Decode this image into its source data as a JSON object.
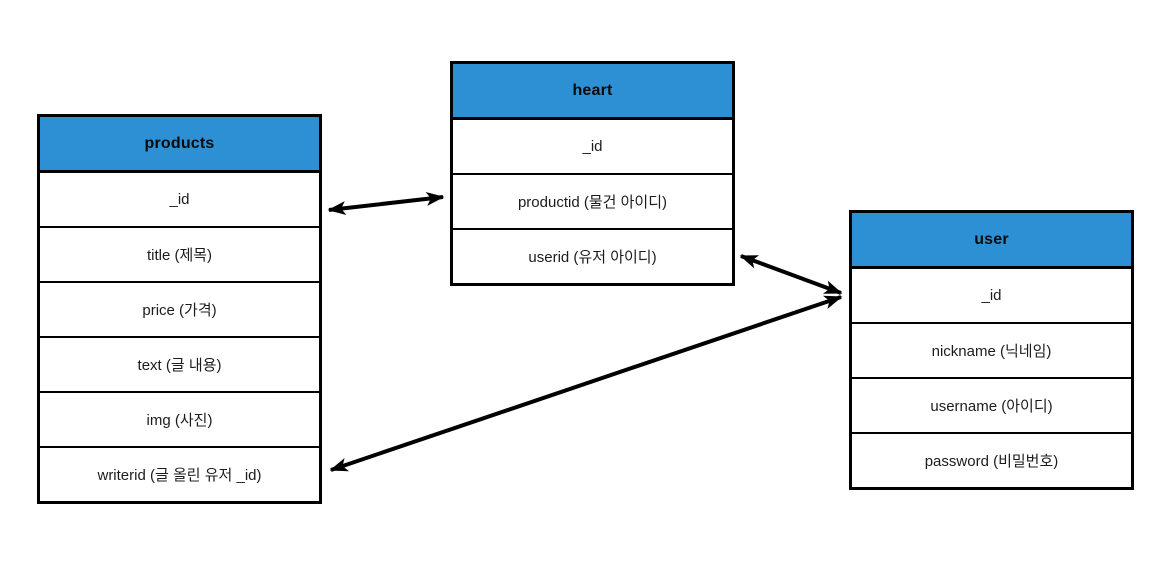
{
  "diagram": {
    "type": "er-diagram",
    "accent_color": "#2e90d4",
    "line_color": "#000000",
    "tables": {
      "products": {
        "title": "products",
        "fields": [
          "_id",
          "title (제목)",
          "price (가격)",
          "text (글 내용)",
          "img (사진)",
          "writerid (글 올린 유저 _id)"
        ]
      },
      "heart": {
        "title": "heart",
        "fields": [
          "_id",
          "productid (물건 아이디)",
          "userid (유저 아이디)"
        ]
      },
      "user": {
        "title": "user",
        "fields": [
          "_id",
          "nickname (닉네임)",
          "username (아이디)",
          "password (비밀번호)"
        ]
      }
    },
    "relations": [
      {
        "from": "products._id",
        "to": "heart.productid",
        "style": "double-arrow"
      },
      {
        "from": "heart.userid",
        "to": "user._id",
        "style": "double-arrow"
      },
      {
        "from": "products.writerid",
        "to": "user._id",
        "style": "double-arrow"
      }
    ]
  }
}
